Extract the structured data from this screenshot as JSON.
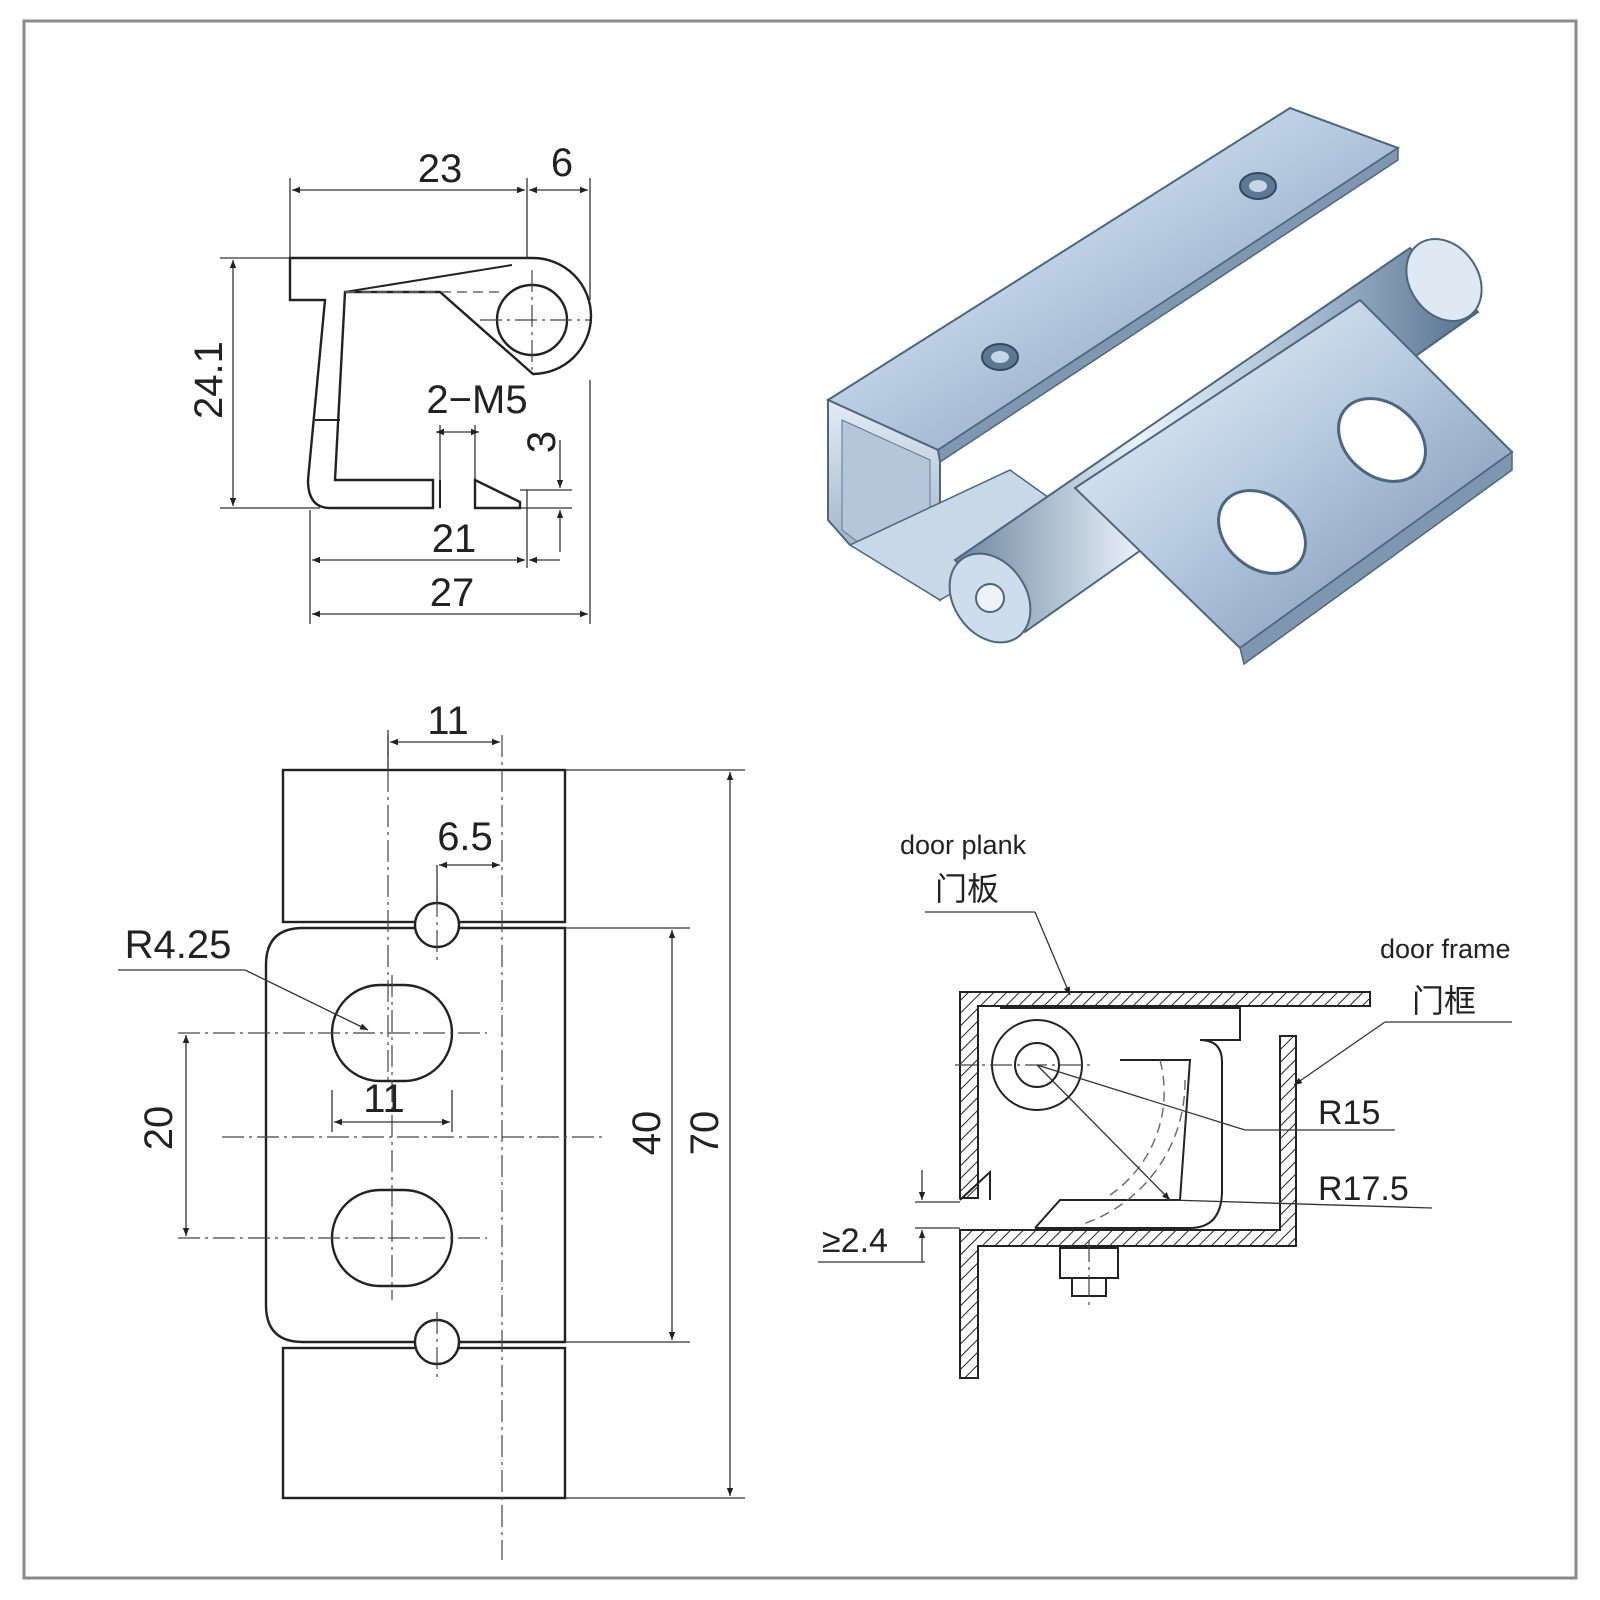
{
  "side_view": {
    "dim_width_23": "23",
    "dim_width_6": "6",
    "dim_height_24_1": "24.1",
    "dim_thread": "2−M5",
    "dim_3": "3",
    "dim_width_21": "21",
    "dim_width_27": "27"
  },
  "front_view": {
    "dim_11_top": "11",
    "dim_6_5": "6.5",
    "dim_radius": "R4.25",
    "dim_11_slot": "11",
    "dim_20": "20",
    "dim_40": "40",
    "dim_70": "70"
  },
  "install_view": {
    "door_plank_en": "door plank",
    "door_plank_cn": "门板",
    "door_frame_en": "door frame",
    "door_frame_cn": "门框",
    "radius_15": "R15",
    "radius_17_5": "R17.5",
    "gap_min": "≥2.4"
  },
  "colors": {
    "line": "#222222",
    "hatch": "#222222",
    "metal_light": "#e8f0f8",
    "metal_mid": "#a9bfd6",
    "metal_dark": "#5d7894"
  }
}
